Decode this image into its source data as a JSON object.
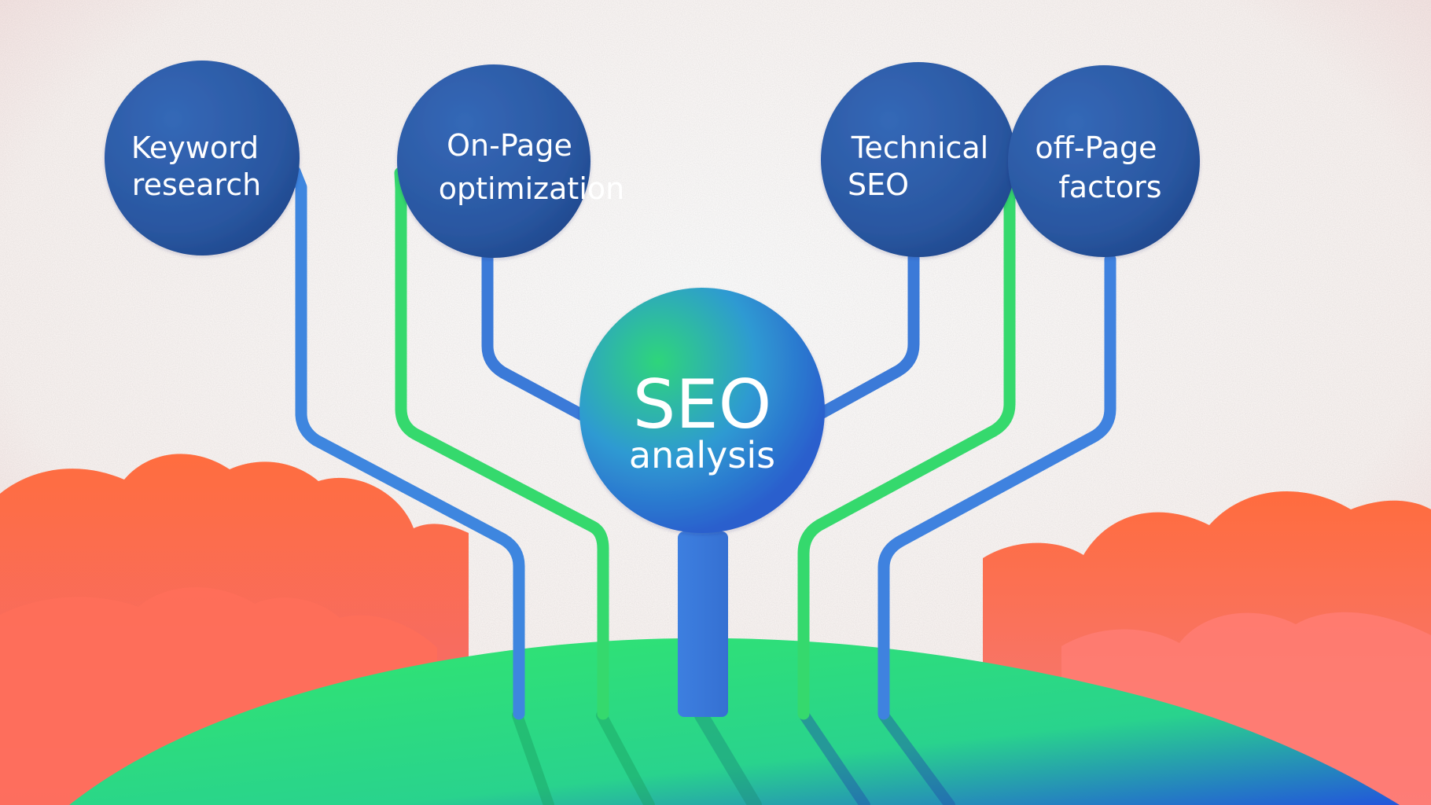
{
  "diagram": {
    "center": {
      "title": "SEO",
      "subtitle": "analysis"
    },
    "topics": [
      {
        "line1": "Keyword",
        "line2": "research"
      },
      {
        "line1": "On-Page",
        "line2": "optimization"
      },
      {
        "line1": "Technical",
        "line2": "SEO"
      },
      {
        "line1": "off-Page",
        "line2": "factors"
      }
    ]
  },
  "colors": {
    "node_blue": "#2d5aa6",
    "node_dark_blue": "#1f4d94",
    "branch_blue": "#3b7be0",
    "branch_green": "#34d86b",
    "hill_green": "#2fe36f",
    "hill_blue": "#2358d9",
    "cloud_orange": "#f96a3c",
    "cloud_red": "#f26a6a",
    "background": "#fbf7f5"
  }
}
